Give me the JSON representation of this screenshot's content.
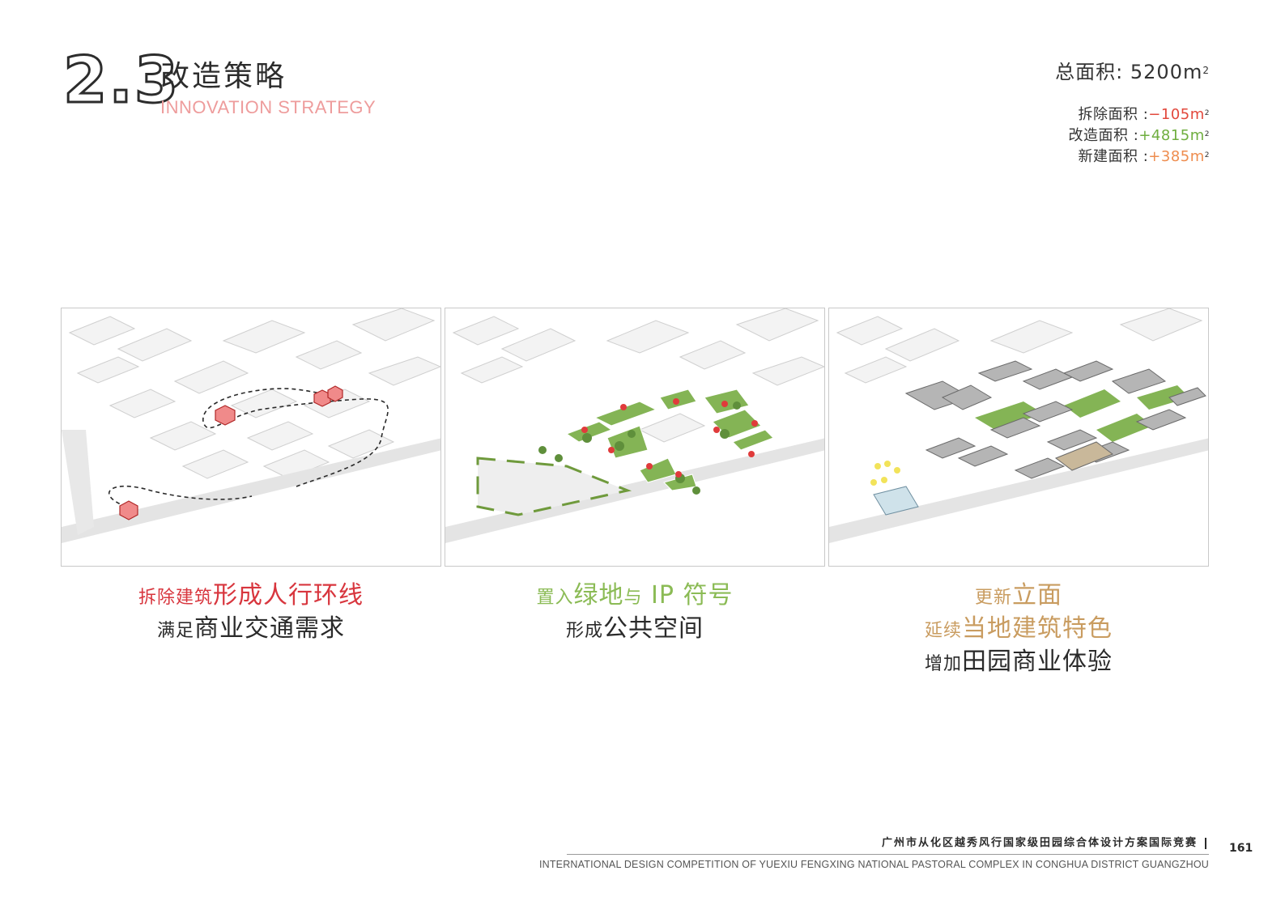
{
  "header": {
    "section_number": "2.3",
    "title_cn": "改造策略",
    "title_en": "INNOVATION STRATEGY"
  },
  "area": {
    "total_label": "总面积:",
    "total_value": "5200m",
    "unit_sup": "2",
    "items": [
      {
        "label": "拆除面积 :",
        "value": "−105m",
        "color": "#e2483c"
      },
      {
        "label": "改造面积 :",
        "value": "+4815m",
        "color": "#6fae3f"
      },
      {
        "label": "新建面积 :",
        "value": "+385m",
        "color": "#ee8d4f"
      }
    ]
  },
  "panels": [
    {
      "caption_lines": [
        {
          "parts": [
            {
              "text": "拆除建筑",
              "style": "red-small"
            },
            {
              "text": "形成人行环线",
              "style": "red"
            }
          ]
        },
        {
          "parts": [
            {
              "text": "满足",
              "style": "dark-small"
            },
            {
              "text": "商业交通需求",
              "style": "dark"
            }
          ]
        }
      ]
    },
    {
      "caption_lines": [
        {
          "parts": [
            {
              "text": "置入",
              "style": "green-small"
            },
            {
              "text": "绿地",
              "style": "green"
            },
            {
              "text": "与",
              "style": "green-small"
            },
            {
              "text": " IP 符号",
              "style": "green"
            }
          ]
        },
        {
          "parts": [
            {
              "text": "形成",
              "style": "dark-small"
            },
            {
              "text": "公共空间",
              "style": "dark"
            }
          ]
        }
      ]
    },
    {
      "caption_lines": [
        {
          "parts": [
            {
              "text": "更新",
              "style": "tan-small"
            },
            {
              "text": "立面",
              "style": "tan"
            }
          ]
        },
        {
          "parts": [
            {
              "text": "延续",
              "style": "tan-small"
            },
            {
              "text": "当地建筑特色",
              "style": "tan"
            }
          ]
        },
        {
          "parts": [
            {
              "text": "增加",
              "style": "dark-small"
            },
            {
              "text": "田园商业体验",
              "style": "dark"
            }
          ]
        }
      ]
    }
  ],
  "footer": {
    "title_cn": "广州市从化区越秀风行国家级田园综合体设计方案国际竞赛",
    "title_en": "INTERNATIONAL DESIGN COMPETITION OF YUEXIU FENGXING NATIONAL PASTORAL COMPLEX IN CONGHUA DISTRICT GUANGZHOU",
    "page_number": "161"
  }
}
